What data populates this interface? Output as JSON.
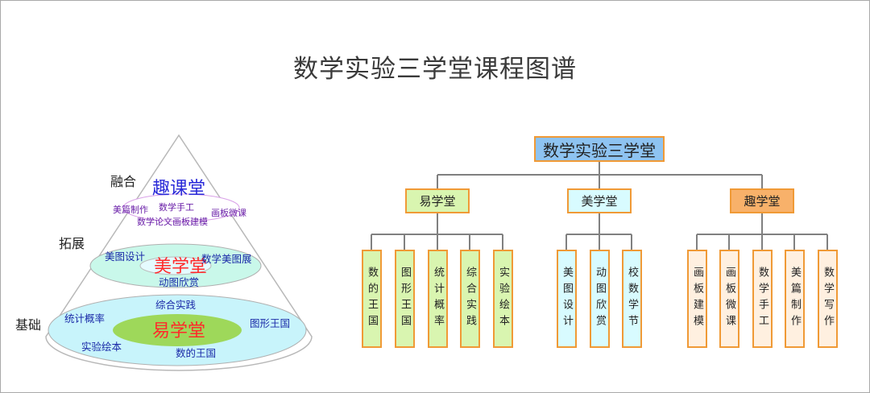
{
  "title": "数学实验三学堂课程图谱",
  "pyramid": {
    "tiers": [
      {
        "side": "融合",
        "hall": "趣课堂",
        "courses": [
          "美篇制作",
          "数学手工",
          "画板微课",
          "数学论文画板建模"
        ]
      },
      {
        "side": "拓展",
        "hall": "美学堂",
        "courses": [
          "美图设计",
          "数学美图展",
          "动图欣赏"
        ]
      },
      {
        "side": "基础",
        "hall": "易学堂",
        "courses": [
          "综合实践",
          "统计概率",
          "图形王国",
          "实验绘本",
          "数的王国"
        ]
      }
    ]
  },
  "tree": {
    "root": "数学实验三学堂",
    "branches": [
      {
        "name": "易学堂",
        "leaves": [
          "数的王国",
          "图形王国",
          "统计概率",
          "综合实践",
          "实验绘本"
        ]
      },
      {
        "name": "美学堂",
        "leaves": [
          "美图设计",
          "动图欣赏",
          "校数学节"
        ]
      },
      {
        "name": "趣学堂",
        "leaves": [
          "画板建模",
          "画板微课",
          "数学手工",
          "美篇制作",
          "数学写作"
        ]
      }
    ]
  },
  "colors": {
    "box_border": "#f09a36",
    "root_fill": "#8ec3f1",
    "yi_fill": "#d9f5b0",
    "mei_fill": "#d8fbff",
    "qu_fill": "#f8b16a",
    "qu_leaf_fill": "#fff0e0",
    "connector": "#808080"
  }
}
